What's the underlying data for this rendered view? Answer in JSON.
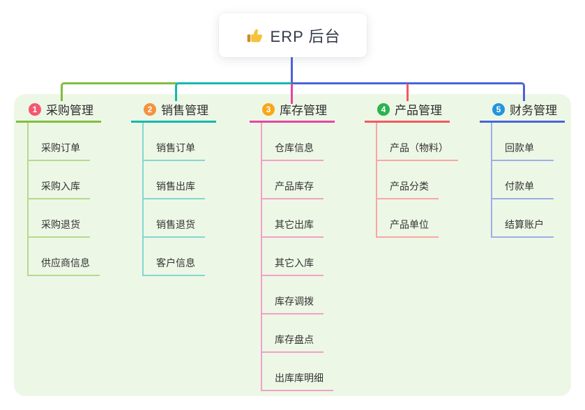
{
  "root": {
    "label": "ERP 后台",
    "icon": "thumbs-up-icon"
  },
  "panel": {
    "background": "#edf7e6"
  },
  "connectors": {
    "root_line_color": "#4a63d8"
  },
  "branches": [
    {
      "index": "1",
      "label": "采购管理",
      "badge_color": "#f5566e",
      "line_color": "#7fbe3e",
      "child_line_color": "#b4da8c",
      "children": [
        "采购订单",
        "采购入库",
        "采购退货",
        "供应商信息"
      ]
    },
    {
      "index": "2",
      "label": "销售管理",
      "badge_color": "#f6913f",
      "line_color": "#14b8ae",
      "child_line_color": "#84d6d0",
      "children": [
        "销售订单",
        "销售出库",
        "销售退货",
        "客户信息"
      ]
    },
    {
      "index": "3",
      "label": "库存管理",
      "badge_color": "#f9a61a",
      "line_color": "#e644a4",
      "child_line_color": "#f2a0c8",
      "children": [
        "仓库信息",
        "产品库存",
        "其它出库",
        "其它入库",
        "库存调拨",
        "库存盘点",
        "出库库明细"
      ]
    },
    {
      "index": "4",
      "label": "产品管理",
      "badge_color": "#2bb34c",
      "line_color": "#f4595e",
      "child_line_color": "#f8a6a4",
      "children": [
        "产品（物料）",
        "产品分类",
        "产品单位"
      ]
    },
    {
      "index": "5",
      "label": "财务管理",
      "badge_color": "#2395dd",
      "line_color": "#4a63d8",
      "child_line_color": "#9aaee8",
      "children": [
        "回款单",
        "付款单",
        "结算账户"
      ]
    }
  ]
}
